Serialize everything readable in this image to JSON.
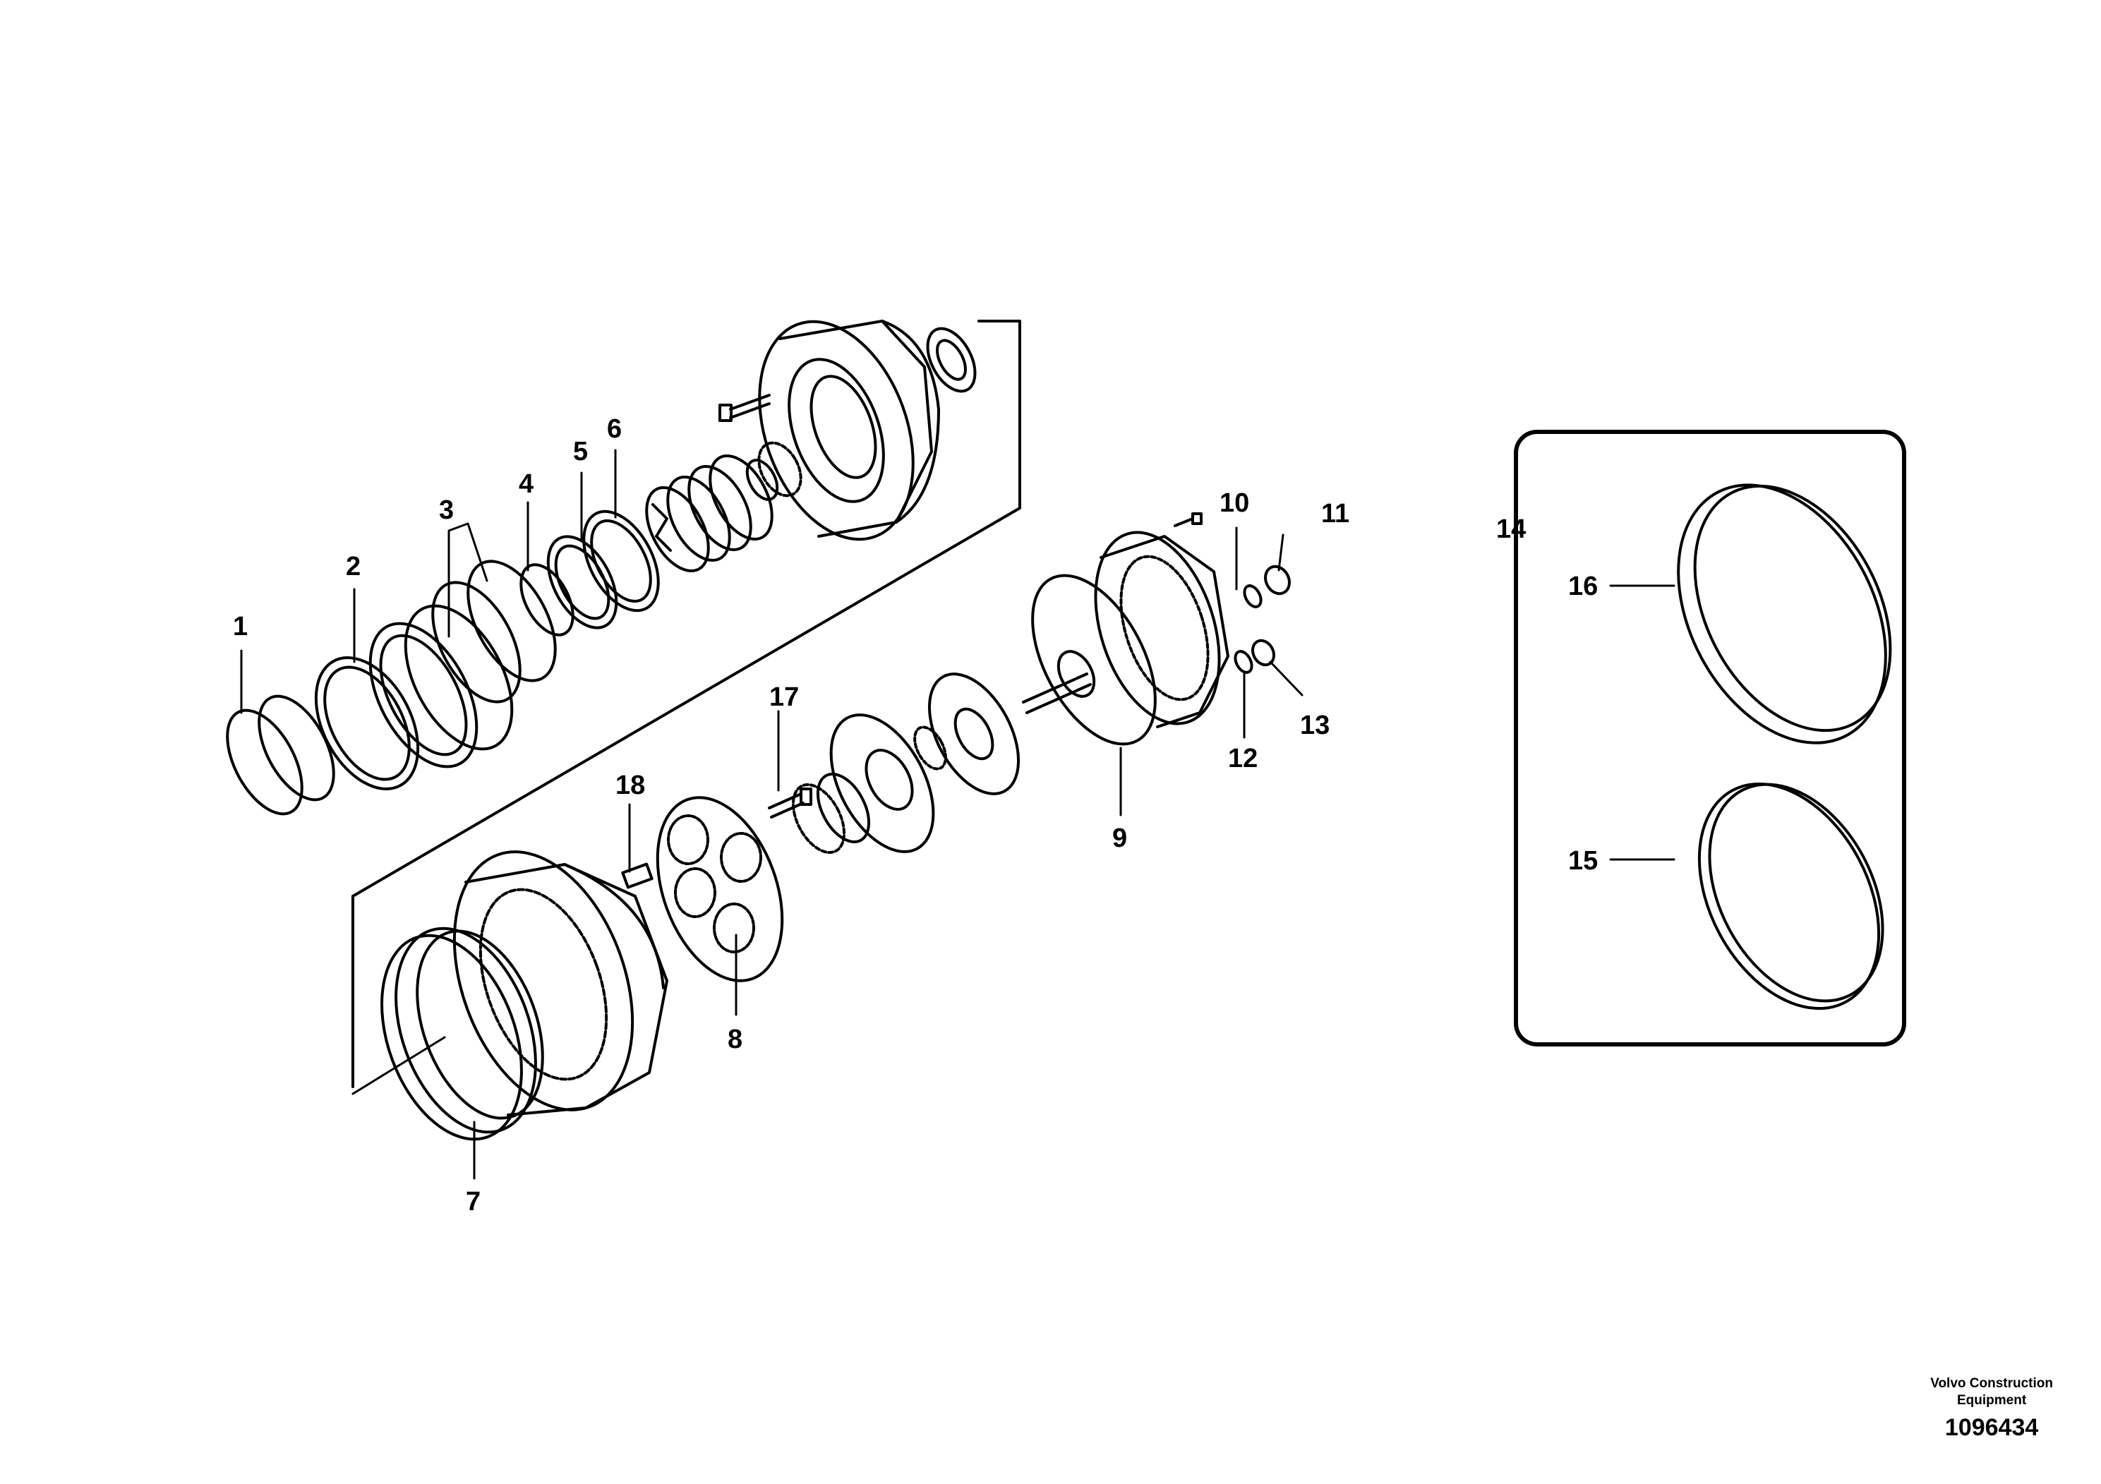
{
  "callouts": [
    {
      "id": "1",
      "label": "1"
    },
    {
      "id": "2",
      "label": "2"
    },
    {
      "id": "3",
      "label": "3"
    },
    {
      "id": "4",
      "label": "4"
    },
    {
      "id": "5",
      "label": "5"
    },
    {
      "id": "6",
      "label": "6"
    },
    {
      "id": "7",
      "label": "7"
    },
    {
      "id": "8",
      "label": "8"
    },
    {
      "id": "9",
      "label": "9"
    },
    {
      "id": "10",
      "label": "10"
    },
    {
      "id": "11",
      "label": "11"
    },
    {
      "id": "12",
      "label": "12"
    },
    {
      "id": "13",
      "label": "13"
    },
    {
      "id": "14",
      "label": "14"
    },
    {
      "id": "15",
      "label": "15"
    },
    {
      "id": "16",
      "label": "16"
    },
    {
      "id": "17",
      "label": "17"
    },
    {
      "id": "18",
      "label": "18"
    }
  ],
  "brand": {
    "line1": "Volvo Construction",
    "line2": "Equipment",
    "code": "1096434"
  }
}
